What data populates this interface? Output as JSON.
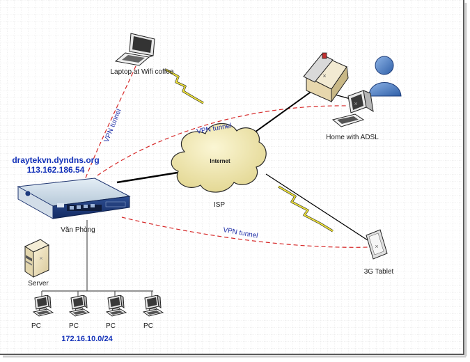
{
  "labels": {
    "laptop": "Laptop at Wifi coffee",
    "home": "Home with ADSL",
    "internet": "Internet",
    "isp": "ISP",
    "office": "Văn Phòng",
    "server": "Server",
    "tablet": "3G Tablet",
    "pc": "PC",
    "subnet": "172.16.10.0/24",
    "ddns": "draytekvn.dyndns.org",
    "public_ip": "113.162.186.54"
  },
  "vpn_labels": [
    "VPN tunnel",
    "VPN tunnel",
    "VPN tunnel"
  ],
  "colors": {
    "vpn_tunnel": "#d62828",
    "vpn_text": "#1f2fa8",
    "address_text": "#1230b8",
    "cloud_fill": "#efe7a8",
    "wireless_bolt": "#e8e030",
    "grid": "#bfbfbf"
  }
}
